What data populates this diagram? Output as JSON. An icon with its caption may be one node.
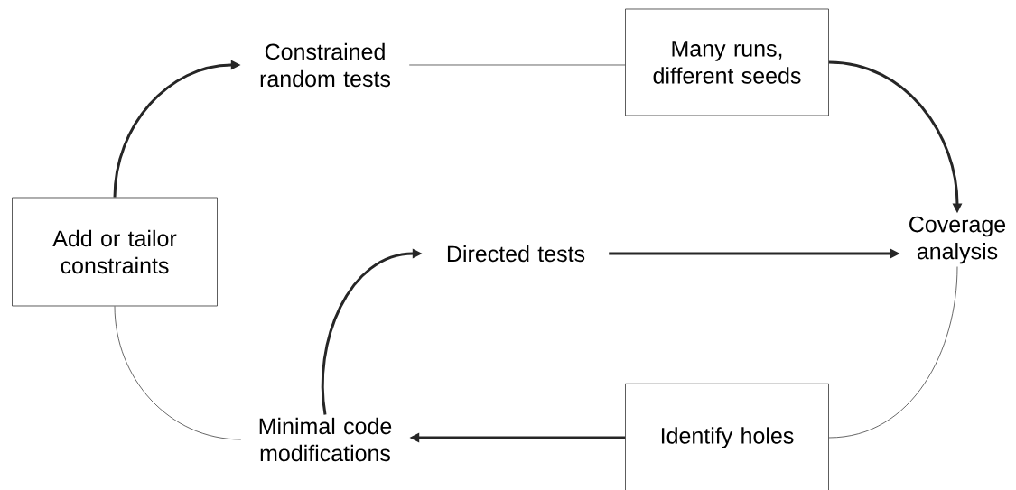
{
  "diagram": {
    "nodes": [
      {
        "text": [
          "Add or tailor constraints"
        ]
      },
      {
        "text": [
          "Constrained random tests"
        ]
      },
      {
        "text": [
          "Many runs, different seeds"
        ]
      },
      {
        "text": [
          "Coverage analysis"
        ]
      },
      {
        "text": [
          "Directed tests"
        ]
      },
      {
        "text": [
          "Identify holes"
        ]
      },
      {
        "text": [
          "Minimal code modifications"
        ]
      }
    ],
    "edges": [
      {
        "from": 0,
        "to": 1,
        "arrow": "to"
      },
      {
        "from": 1,
        "to": 2,
        "arrow": "none"
      },
      {
        "from": 2,
        "to": 3,
        "arrow": "to"
      },
      {
        "from": 4,
        "to": 3,
        "arrow": "to"
      },
      {
        "from": 3,
        "to": 5,
        "arrow": "none"
      },
      {
        "from": 5,
        "to": 6,
        "arrow": "to"
      },
      {
        "from": 6,
        "to": 4,
        "arrow": "to"
      },
      {
        "from": 6,
        "to": 0,
        "arrow": "none"
      }
    ]
  }
}
